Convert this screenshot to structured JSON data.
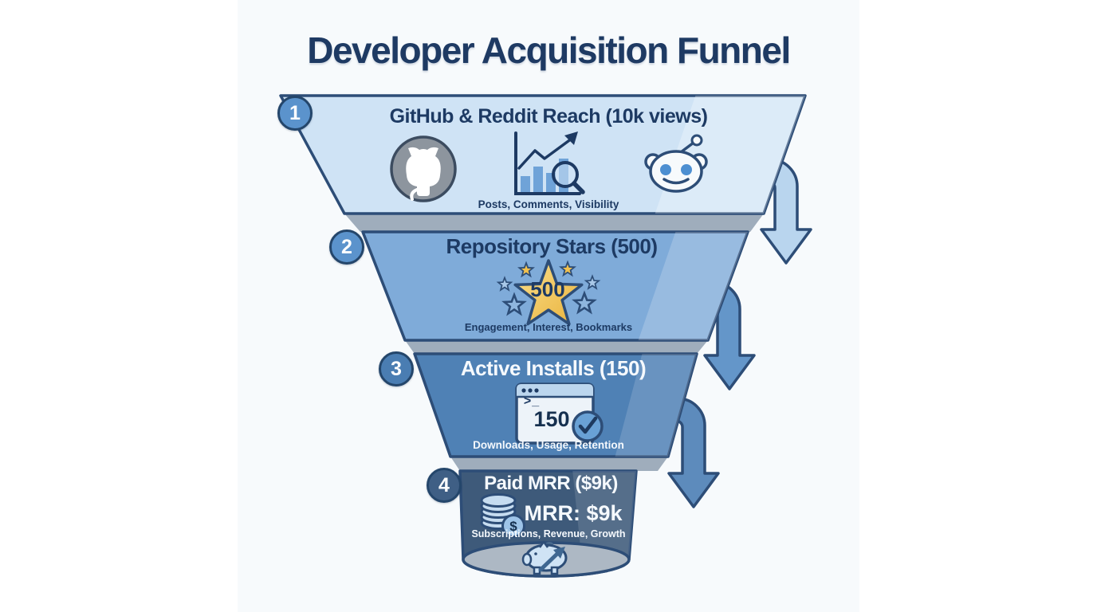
{
  "page": {
    "background": "#ffffff",
    "canvas_background": "#f7fafc"
  },
  "title": "Developer Acquisition Funnel",
  "funnel": {
    "stages": [
      {
        "number": "1",
        "heading": "GitHub & Reddit Reach (10k views)",
        "caption": "Posts, Comments, Visibility",
        "fill": "#cfe3f5",
        "icons": [
          "github-icon",
          "growth-chart-icon",
          "reddit-icon"
        ]
      },
      {
        "number": "2",
        "heading": "Repository Stars (500)",
        "caption": "Engagement, Interest, Bookmarks",
        "fill": "#7fabd9",
        "star_value": "500"
      },
      {
        "number": "3",
        "heading": "Active Installs (150)",
        "caption": "Downloads, Usage, Retention",
        "fill": "#4f81b5",
        "terminal_prompt": ">_",
        "terminal_value": "150"
      },
      {
        "number": "4",
        "heading": "Paid MRR ($9k)",
        "caption": "Subscriptions, Revenue, Growth",
        "fill": "#3e5a7a",
        "mrr_label": "MRR: $9k",
        "coin_symbol": "$"
      }
    ],
    "colors": {
      "outline": "#2d4d77",
      "title_text": "#1e3a63",
      "heading_navy": "#1d3a63",
      "heading_white": "#f5f9fd",
      "connector_gray": "#9fadbc",
      "bottom_ellipse_gray": "#adb8c4",
      "arrow_1": "#b9d5ee",
      "arrow_2": "#6496c9",
      "arrow_3": "#5d8bbc",
      "badge_fills": [
        "#5b93cc",
        "#5b93cc",
        "#4a7db2",
        "#3f5f85"
      ],
      "star_gold": "#eeb93f",
      "reddit_eye_blue": "#4d8fd1",
      "github_gray": "#8d959e"
    }
  }
}
